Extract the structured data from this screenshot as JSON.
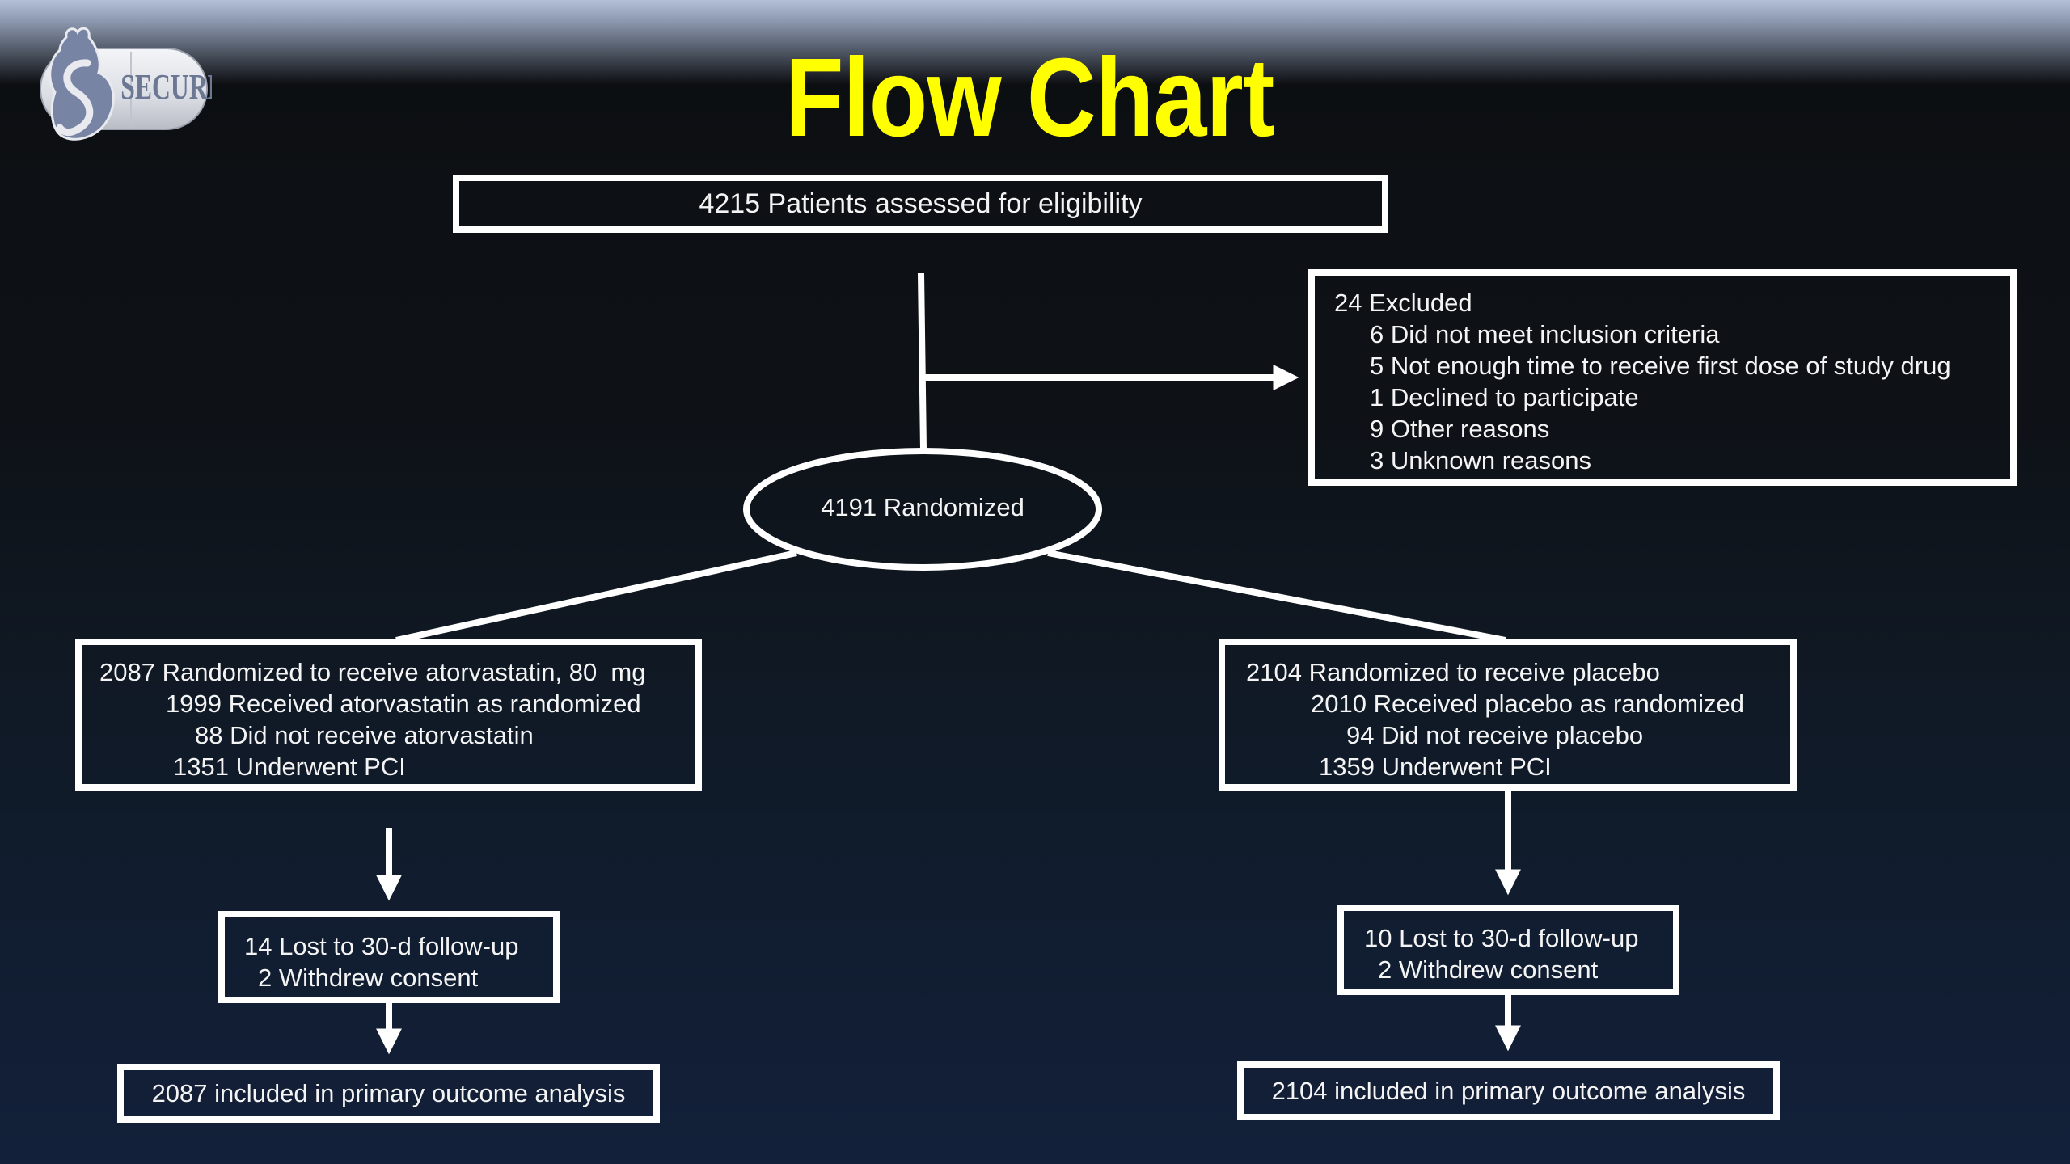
{
  "header": {
    "title": "Flow Chart",
    "logo_text": "SECURE",
    "title_color": "#ffff00"
  },
  "flow": {
    "assessed": "4215 Patients assessed for eligibility",
    "excluded": {
      "heading": "24 Excluded",
      "reasons": [
        "6 Did not meet inclusion criteria",
        "5 Not enough time to receive first dose of study drug",
        "1 Declined to participate",
        "9 Other reasons",
        "3 Unknown reasons"
      ]
    },
    "randomized": "4191 Randomized",
    "arms": {
      "atorvastatin": {
        "allocation": {
          "heading": "2087 Randomized to receive atorvastatin, 80  mg",
          "details": [
            "1999 Received atorvastatin as randomized",
            "88 Did not receive atorvastatin",
            "1351 Underwent PCI"
          ]
        },
        "followup": [
          "14 Lost to 30-d follow-up",
          "2 Withdrew consent"
        ],
        "analysis": "2087 included in primary outcome analysis"
      },
      "placebo": {
        "allocation": {
          "heading": "2104 Randomized to receive placebo",
          "details": [
            "2010 Received placebo as randomized",
            "94 Did not receive placebo",
            "1359 Underwent PCI"
          ]
        },
        "followup": [
          "10 Lost to 30-d follow-up",
          "2 Withdrew consent"
        ],
        "analysis": "2104 included in primary outcome analysis"
      }
    }
  }
}
